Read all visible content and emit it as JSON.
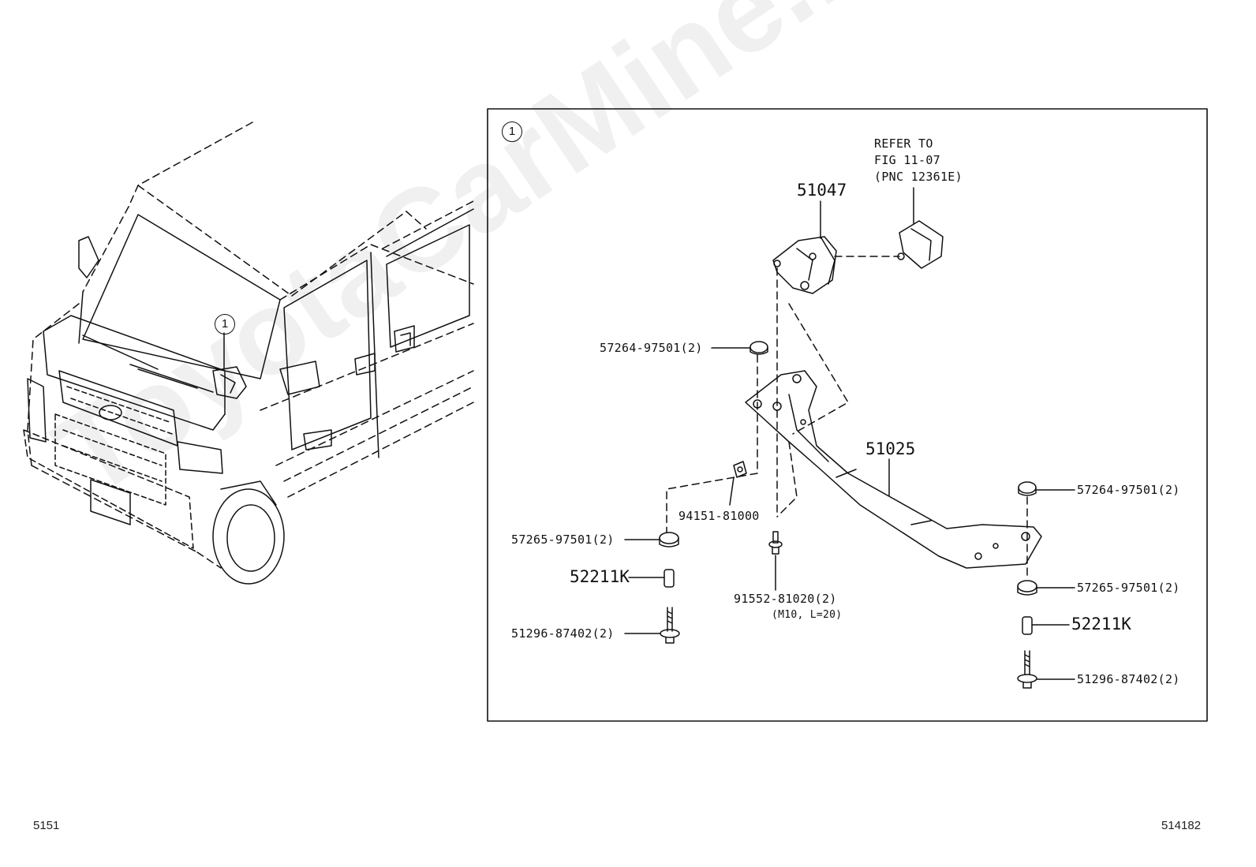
{
  "watermark": "ToyotaCarMine.ru",
  "callout_marker": "1",
  "refer_note": {
    "line1": "REFER TO",
    "line2": "FIG 11-07",
    "line3": "(PNC 12361E)"
  },
  "parts": {
    "bracket_upper": "51047",
    "bracket_main": "51025",
    "cushion_upper_left": "57264-97501(2)",
    "cushion_lower_left": "57265-97501(2)",
    "collar_left": "52211K",
    "bolt_left": "51296-87402(2)",
    "nut": "94151-81000",
    "bolt_center": "91552-81020(2)",
    "bolt_center_spec": "(M10, L=20)",
    "cushion_upper_right": "57264-97501(2)",
    "cushion_lower_right": "57265-97501(2)",
    "collar_right": "52211K",
    "bolt_right": "51296-87402(2)"
  },
  "footer": {
    "left_code": "5151",
    "right_code": "514182"
  }
}
